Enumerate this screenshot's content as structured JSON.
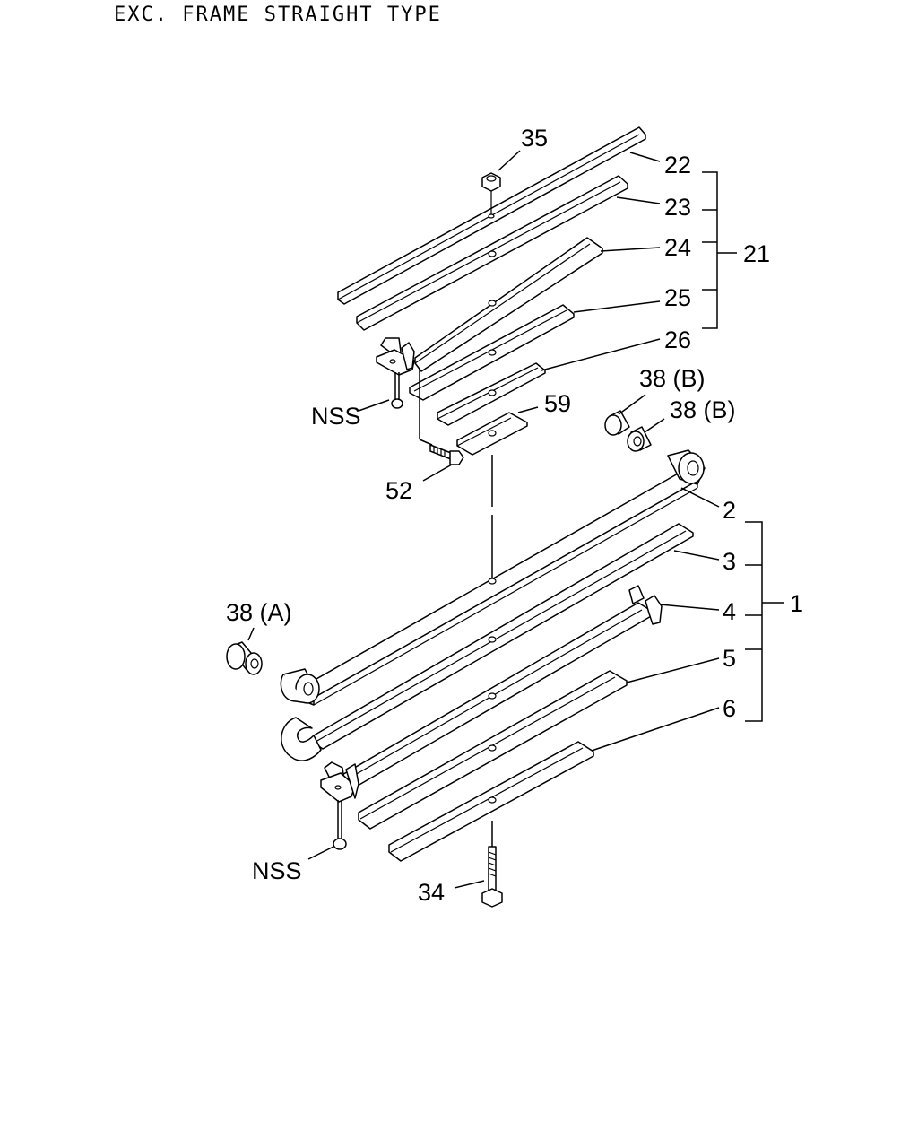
{
  "title": "EXC. FRAME STRAIGHT TYPE",
  "labels": {
    "p35": "35",
    "p22": "22",
    "p23": "23",
    "p24": "24",
    "p25": "25",
    "p26": "26",
    "p21": "21",
    "nss_top": "NSS",
    "p59": "59",
    "p52": "52",
    "p38b_1": "38 (B)",
    "p38b_2": "38 (B)",
    "p2": "2",
    "p3": "3",
    "p4": "4",
    "p5": "5",
    "p6": "6",
    "p1": "1",
    "p38a": "38 (A)",
    "nss_bottom": "NSS",
    "p34": "34"
  }
}
